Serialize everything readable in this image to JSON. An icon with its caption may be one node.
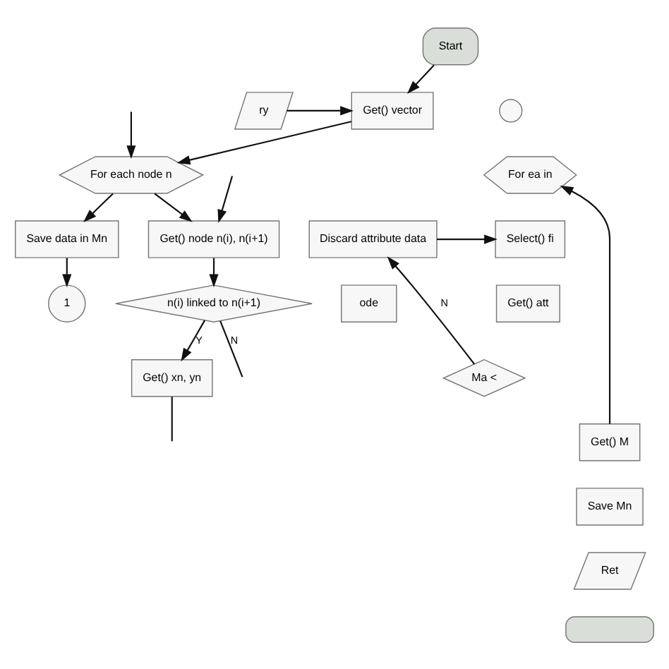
{
  "diagram": {
    "nodes": [
      {
        "text": [
          "Start"
        ]
      },
      {
        "text": [
          "ry"
        ]
      },
      {
        "text": [
          "Get() vector"
        ]
      },
      {
        "text": [
          "For each node n"
        ]
      },
      {
        "text": [
          "ode"
        ]
      },
      {
        "text": [
          "Get() node n(i), n(i+1)"
        ]
      },
      {
        "text": [
          "n(i) linked to n(i+1)"
        ]
      },
      {
        "text": [
          "Get() xn, yn"
        ]
      },
      {
        "text": [
          "Save data in Mn"
        ]
      },
      {
        "text": [
          "1"
        ]
      },
      {
        "text": [],
        "shape": "circle"
      },
      {
        "text": [
          "For ea in"
        ]
      },
      {
        "text": [
          "Select() fi"
        ]
      },
      {
        "text": [
          "Discard attribute data"
        ]
      },
      {
        "text": [
          "Get() att"
        ]
      },
      {
        "text": [
          "Ma <"
        ]
      },
      {
        "text": [
          "Get() M"
        ]
      },
      {
        "text": [
          "Save Mn"
        ]
      },
      {
        "text": [
          "Ret"
        ]
      },
      {
        "text": [],
        "shape": "terminator"
      }
    ],
    "edges": [
      {
        "from": 0,
        "to": 2,
        "arrow": "to"
      },
      {
        "from": 1,
        "to": 2,
        "arrow": "to"
      },
      {
        "from": 2,
        "to": 3,
        "arrow": "to"
      },
      {
        "from": null,
        "to": 3,
        "arrow": "to"
      },
      {
        "from": 3,
        "to": 5,
        "arrow": "to"
      },
      {
        "from": null,
        "to": 5,
        "arrow": "to"
      },
      {
        "from": 5,
        "to": 6,
        "arrow": "to"
      },
      {
        "from": 6,
        "to": null,
        "arrow": "none",
        "label": "N"
      },
      {
        "from": 6,
        "to": 7,
        "arrow": "to",
        "label": "Y"
      },
      {
        "from": 7,
        "to": null,
        "arrow": "none"
      },
      {
        "from": 3,
        "to": 8,
        "arrow": "to"
      },
      {
        "from": 8,
        "to": 9,
        "arrow": "to"
      },
      {
        "from": 16,
        "to": 11,
        "arrow": "to"
      },
      {
        "from": 13,
        "to": 12,
        "arrow": "to"
      },
      {
        "from": 15,
        "to": 13,
        "arrow": "to",
        "label": "N"
      }
    ]
  }
}
